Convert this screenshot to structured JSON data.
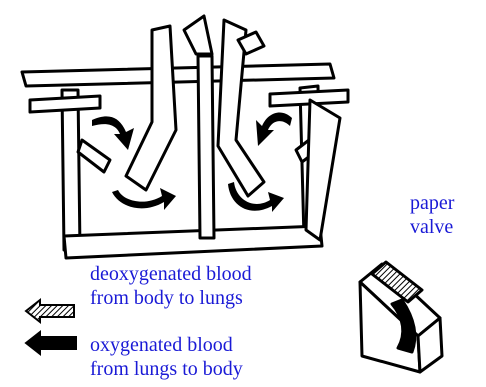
{
  "labels": {
    "paper_valve": [
      "paper",
      "valve"
    ],
    "deoxygenated": [
      "deoxygenated blood",
      "from body to lungs"
    ],
    "oxygenated": [
      "oxygenated blood",
      "from lungs to body"
    ]
  },
  "legend_arrow_styles": {
    "deoxygenated": "hatched",
    "oxygenated": "solid"
  },
  "colors": {
    "label_text": "#1a1ad6",
    "ink": "#000000",
    "paper": "#ffffff"
  }
}
